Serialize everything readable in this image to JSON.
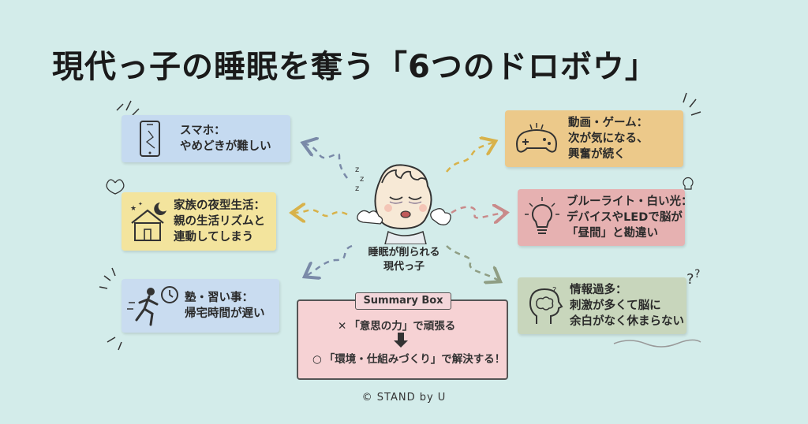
{
  "title": "現代っ子の睡眠を奪う「6つのドロボウ」",
  "cards": {
    "smartphone": {
      "line1": "スマホ：",
      "line2": "やめどきが難しい",
      "icon": "smartphone-icon"
    },
    "family": {
      "line1": "家族の夜型生活：",
      "line2": "親の生活リズムと",
      "line3": "連動してしまう",
      "icon": "house-moon-icon"
    },
    "juku": {
      "line1": "塾・習い事：",
      "line2": "帰宅時間が遅い",
      "icon": "running-clock-icon"
    },
    "game": {
      "line1": "動画・ゲーム：",
      "line2": "次が気になる、",
      "line3": "興奮が続く",
      "icon": "gamepad-icon"
    },
    "bluelight": {
      "line1": "ブルーライト・白い光：",
      "line2": "デバイスやLEDで脳が",
      "line3": "「昼間」と勘違い",
      "icon": "lightbulb-icon"
    },
    "info": {
      "line1": "情報過多：",
      "line2": "刺激が多くて脳に",
      "line3": "余白がなく休まらない",
      "icon": "head-brain-icon"
    }
  },
  "center": {
    "line1": "睡眠が削られる",
    "line2": "現代っ子",
    "icon": "tired-child-icon"
  },
  "summary": {
    "tag": "Summary Box",
    "line1": "「意思の力」で頑張る",
    "line2": "「環境・仕組みづくり」で解決する！",
    "cross_mark": "✕",
    "circle_mark": "○"
  },
  "copyright": "© STAND by U"
}
